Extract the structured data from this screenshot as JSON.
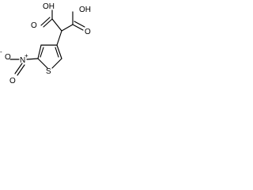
{
  "structure": {
    "atoms": {
      "hydroxyl_left": "OH",
      "hydroxyl_right": "OH",
      "carbonyl_oxygen_left": "O",
      "carbonyl_oxygen_right": "O",
      "ring_sulfur": "S",
      "nitro_nitrogen": "N",
      "nitro_negative_oxygen": "O",
      "nitro_double_oxygen": "O",
      "nitro_charge_positive": "+",
      "nitro_charge_negative": "-"
    }
  }
}
